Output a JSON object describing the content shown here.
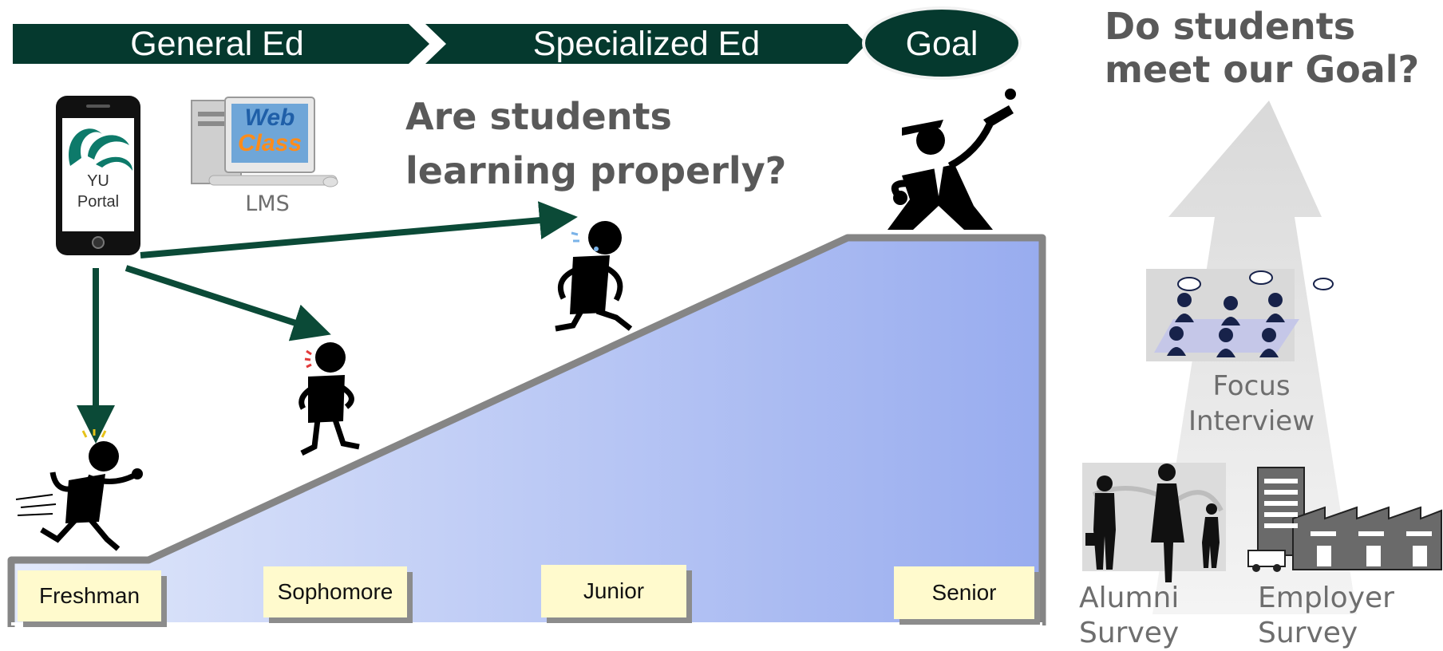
{
  "stages": {
    "general": "General Ed",
    "specialized": "Specialized Ed",
    "goal": "Goal"
  },
  "tools": {
    "portal_line1": "YU",
    "portal_line2": "Portal",
    "lms_label": "LMS",
    "webclass_line1": "Web",
    "webclass_line2": "Class"
  },
  "questions": {
    "learning_line1": "Are students",
    "learning_line2": "learning properly?",
    "goal_line1": "Do students",
    "goal_line2": "meet our Goal?"
  },
  "years": {
    "freshman": "Freshman",
    "sophomore": "Sophomore",
    "junior": "Junior",
    "senior": "Senior"
  },
  "assessments": {
    "focus_line1": "Focus",
    "focus_line2": "Interview",
    "alumni_line1": "Alumni",
    "alumni_line2": "Survey",
    "employer_line1": "Employer",
    "employer_line2": "Survey"
  },
  "colors": {
    "banner": "#05392e",
    "arrow": "#0b4a37",
    "slope_light": "#e2e9fb",
    "slope_dark": "#98acef",
    "slope_edge": "#858585",
    "question_text": "#595959",
    "year_box": "#fffacd"
  }
}
